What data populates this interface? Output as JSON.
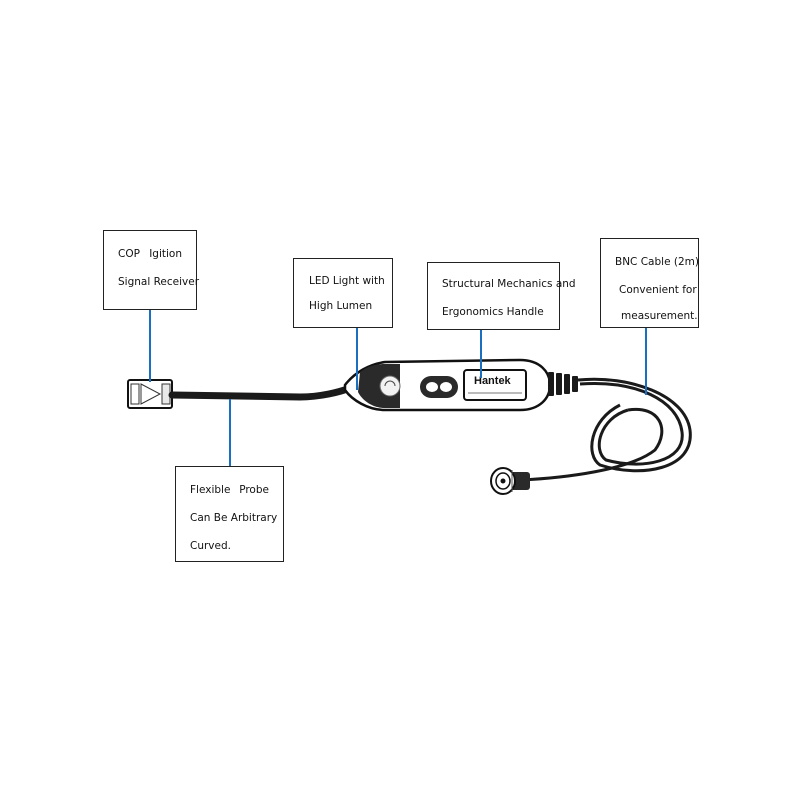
{
  "callouts": {
    "cop_receiver": {
      "line1a": "COP",
      "line1b": "Igition",
      "line2": "Signal Receiver"
    },
    "led_light": {
      "line1": "LED  Light  with",
      "line2": "High Lumen"
    },
    "handle": {
      "line1": "Structural Mechanics and",
      "line2": "Ergonomics Handle"
    },
    "bnc_cable": {
      "line1": "BNC  Cable  (2m)",
      "line2": "Convenient  for",
      "line3": "measurement."
    },
    "flexible_probe": {
      "line1a": "Flexible",
      "line1b": "Probe",
      "line2": "Can Be Arbitrary",
      "line3": "Curved."
    }
  },
  "device": {
    "brand": "Hantek"
  },
  "colors": {
    "leader": "#1a6fc0",
    "outline": "#222222",
    "cable": "#1a1a1a"
  }
}
